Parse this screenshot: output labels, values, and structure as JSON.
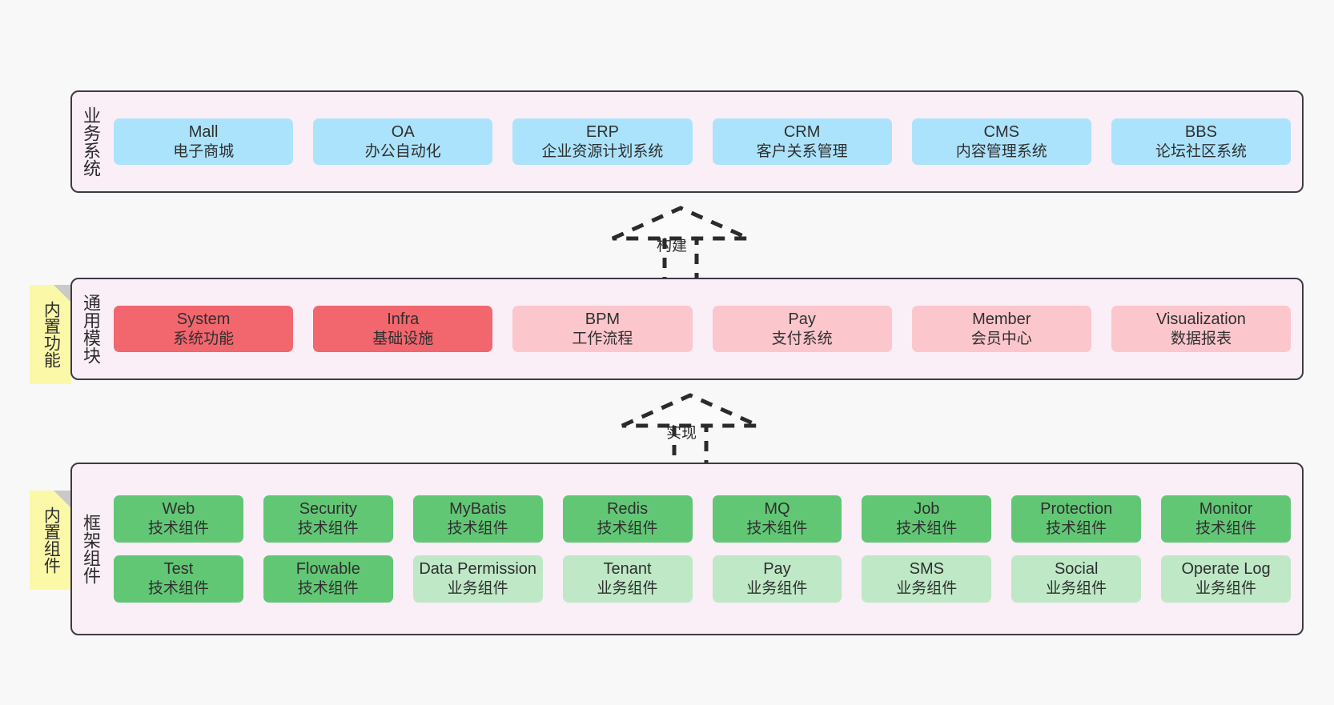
{
  "diagram": {
    "background": "#f8f8f8",
    "layer_fill": "#faeef7",
    "layer_border": "#3f3a44"
  },
  "layers": [
    {
      "key": "business",
      "label": "业务系统",
      "rows": [
        {
          "boxes": [
            {
              "title": "Mall",
              "subtitle": "电子商城",
              "color": "#ace3fc",
              "style": "blue"
            },
            {
              "title": "OA",
              "subtitle": "办公自动化",
              "color": "#ace3fc",
              "style": "blue"
            },
            {
              "title": "ERP",
              "subtitle": "企业资源计划系统",
              "color": "#ace3fc",
              "style": "blue"
            },
            {
              "title": "CRM",
              "subtitle": "客户关系管理",
              "color": "#ace3fc",
              "style": "blue"
            },
            {
              "title": "CMS",
              "subtitle": "内容管理系统",
              "color": "#ace3fc",
              "style": "blue"
            },
            {
              "title": "BBS",
              "subtitle": "论坛社区系统",
              "color": "#ace3fc",
              "style": "blue"
            }
          ]
        }
      ]
    },
    {
      "key": "common",
      "label": "通用模块",
      "note": "内置功能",
      "rows": [
        {
          "boxes": [
            {
              "title": "System",
              "subtitle": "系统功能",
              "color": "#f2666e",
              "style": "red"
            },
            {
              "title": "Infra",
              "subtitle": "基础设施",
              "color": "#f2666e",
              "style": "red"
            },
            {
              "title": "BPM",
              "subtitle": "工作流程",
              "color": "#fcc6cd",
              "style": "pink"
            },
            {
              "title": "Pay",
              "subtitle": "支付系统",
              "color": "#fcc6cd",
              "style": "pink"
            },
            {
              "title": "Member",
              "subtitle": "会员中心",
              "color": "#fcc6cd",
              "style": "pink"
            },
            {
              "title": "Visualization",
              "subtitle": "数据报表",
              "color": "#fcc6cd",
              "style": "pink"
            }
          ]
        }
      ]
    },
    {
      "key": "framework",
      "label": "框架组件",
      "note": "内置组件",
      "rows": [
        {
          "boxes": [
            {
              "title": "Web",
              "subtitle": "技术组件",
              "color": "#62c775",
              "style": "green"
            },
            {
              "title": "Security",
              "subtitle": "技术组件",
              "color": "#62c775",
              "style": "green"
            },
            {
              "title": "MyBatis",
              "subtitle": "技术组件",
              "color": "#62c775",
              "style": "green"
            },
            {
              "title": "Redis",
              "subtitle": "技术组件",
              "color": "#62c775",
              "style": "green"
            },
            {
              "title": "MQ",
              "subtitle": "技术组件",
              "color": "#62c775",
              "style": "green"
            },
            {
              "title": "Job",
              "subtitle": "技术组件",
              "color": "#62c775",
              "style": "green"
            },
            {
              "title": "Protection",
              "subtitle": "技术组件",
              "color": "#62c775",
              "style": "green"
            },
            {
              "title": "Monitor",
              "subtitle": "技术组件",
              "color": "#62c775",
              "style": "green"
            }
          ]
        },
        {
          "boxes": [
            {
              "title": "Test",
              "subtitle": "技术组件",
              "color": "#62c775",
              "style": "green"
            },
            {
              "title": "Flowable",
              "subtitle": "技术组件",
              "color": "#62c775",
              "style": "green"
            },
            {
              "title": "Data Permission",
              "subtitle": "业务组件",
              "color": "#bee8c6",
              "style": "lightgreen"
            },
            {
              "title": "Tenant",
              "subtitle": "业务组件",
              "color": "#bee8c6",
              "style": "lightgreen"
            },
            {
              "title": "Pay",
              "subtitle": "业务组件",
              "color": "#bee8c6",
              "style": "lightgreen"
            },
            {
              "title": "SMS",
              "subtitle": "业务组件",
              "color": "#bee8c6",
              "style": "lightgreen"
            },
            {
              "title": "Social",
              "subtitle": "业务组件",
              "color": "#bee8c6",
              "style": "lightgreen"
            },
            {
              "title": "Operate Log",
              "subtitle": "业务组件",
              "color": "#bee8c6",
              "style": "lightgreen"
            }
          ]
        }
      ]
    }
  ],
  "connectors": [
    {
      "key": "build",
      "label": "构建"
    },
    {
      "key": "implement",
      "label": "实现"
    }
  ]
}
